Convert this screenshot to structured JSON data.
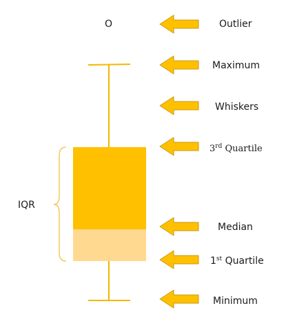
{
  "diagram": {
    "outlier_marker": "O",
    "iqr_label": "IQR",
    "labels": {
      "outlier": "Outlier",
      "maximum": "Maximum",
      "whiskers": "Whiskers",
      "third_quartile_num": "3",
      "third_quartile_sup": "rd",
      "third_quartile_text": " Quartile",
      "median": "Median",
      "first_quartile_num": "1",
      "first_quartile_sup": "st",
      "first_quartile_text": " Quartile",
      "minimum": "Minimum"
    },
    "colors": {
      "box_upper": "#FFC000",
      "box_lower": "#FFD98F",
      "arrow_fill": "#FFC000",
      "arrow_stroke": "#C99A10",
      "whisker": "#F2B800",
      "brace": "#F2C040"
    }
  }
}
